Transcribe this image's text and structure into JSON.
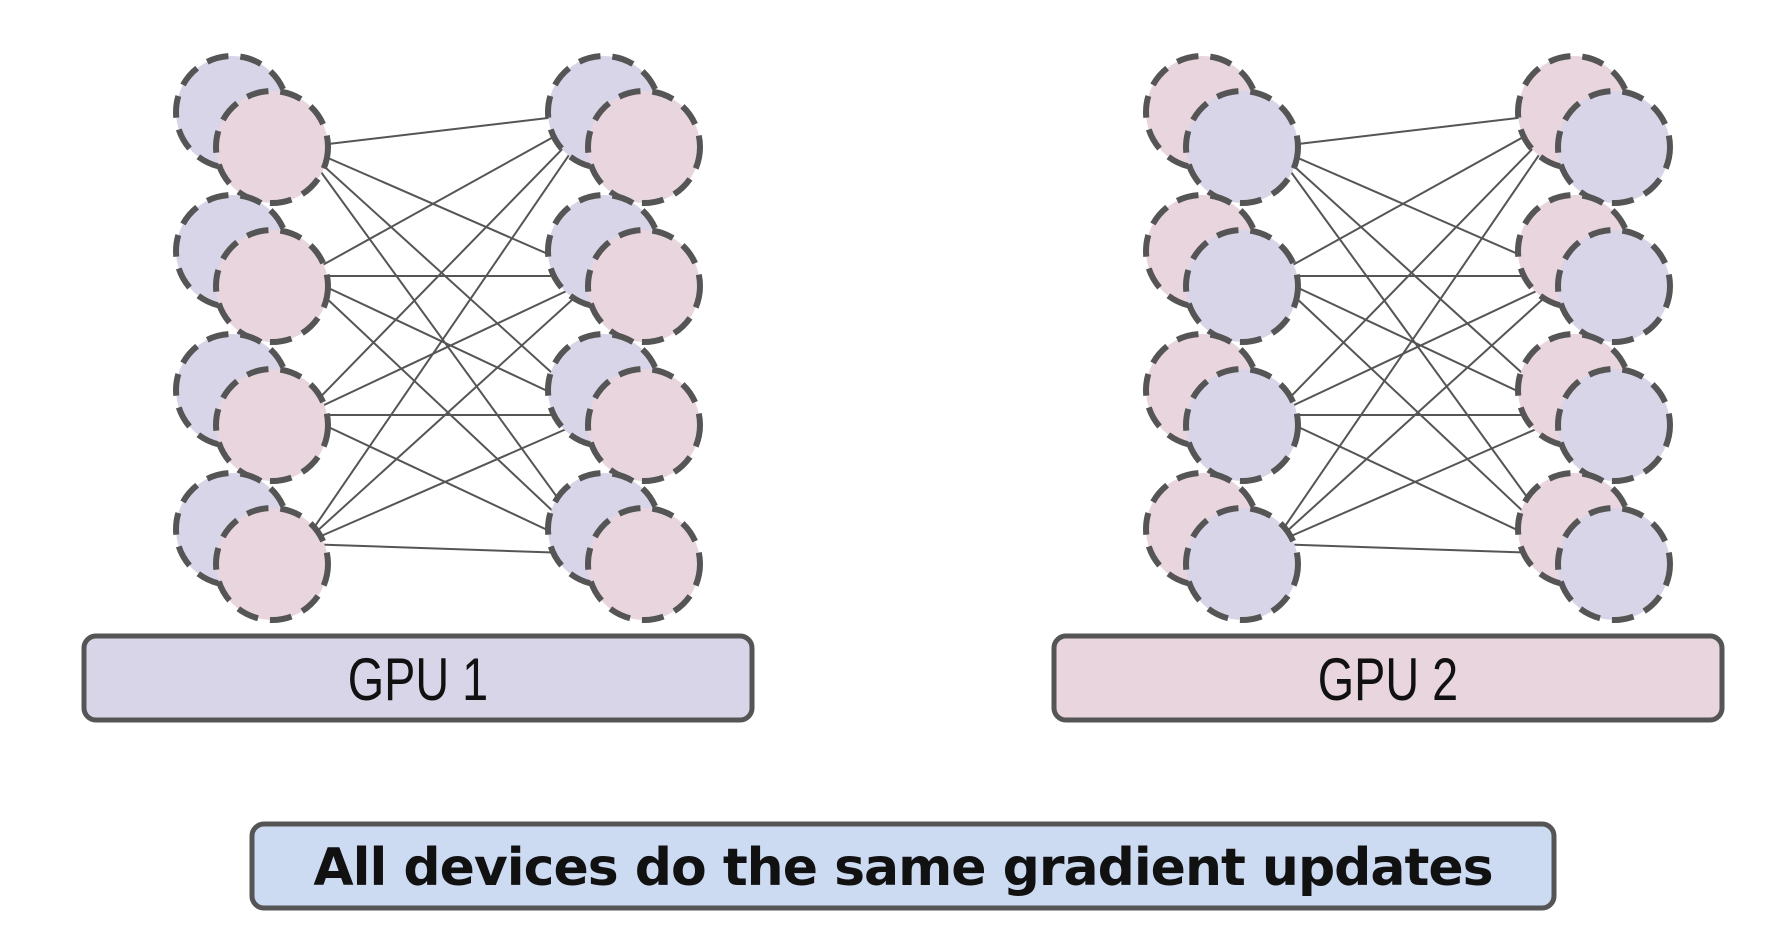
{
  "gpus": [
    {
      "label": "GPU 1",
      "fill": "#d9d5e8",
      "front_node": "#e8d5dd",
      "back_node": "#d9d5e8"
    },
    {
      "label": "GPU 2",
      "fill": "#e8d5dd",
      "front_node": "#d9d5e8",
      "back_node": "#e8d5dd"
    }
  ],
  "caption": {
    "text": "All devices do the same gradient updates",
    "fill": "#ccdaf2"
  },
  "colors": {
    "stroke": "#555555",
    "edge": "#555555"
  },
  "network": {
    "layers": 2,
    "nodes_per_layer": 4
  }
}
